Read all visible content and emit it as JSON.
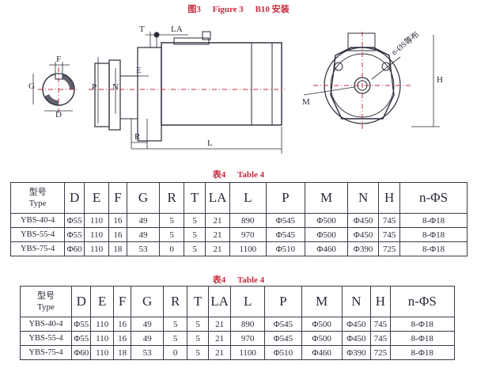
{
  "figure": {
    "caption_fig": "图3",
    "caption_en": "Figure 3",
    "caption_mount": "B10 安装",
    "labels": {
      "F": "F",
      "G": "G",
      "D": "D",
      "T": "T",
      "LA": "LA",
      "E": "E",
      "N": "N",
      "P": "P",
      "R": "R",
      "L": "L",
      "M": "M",
      "H": "H",
      "nS": "n-ØS等布"
    }
  },
  "tables": [
    {
      "caption_label": "表4",
      "caption_title": "Table 4",
      "type_header_cn": "型号",
      "type_header_en": "Type",
      "columns": [
        "D",
        "E",
        "F",
        "G",
        "R",
        "T",
        "LA",
        "L",
        "P",
        "M",
        "N",
        "H",
        "n-ΦS"
      ],
      "rows": [
        [
          "YBS-40-4",
          "Φ55",
          "110",
          "16",
          "49",
          "5",
          "5",
          "21",
          "890",
          "Φ545",
          "Φ500",
          "Φ450",
          "745",
          "8-Φ18"
        ],
        [
          "YBS-55-4",
          "Φ55",
          "110",
          "16",
          "49",
          "5",
          "5",
          "21",
          "970",
          "Φ545",
          "Φ500",
          "Φ450",
          "745",
          "8-Φ18"
        ],
        [
          "YBS-75-4",
          "Φ60",
          "110",
          "18",
          "53",
          "0",
          "5",
          "21",
          "1100",
          "Φ510",
          "Φ460",
          "Φ390",
          "725",
          "8-Φ18"
        ]
      ]
    },
    {
      "caption_label": "表4",
      "caption_title": "Table 4",
      "type_header_cn": "型号",
      "type_header_en": "Type",
      "columns": [
        "D",
        "E",
        "F",
        "G",
        "R",
        "T",
        "LA",
        "L",
        "P",
        "M",
        "N",
        "H",
        "n-ΦS"
      ],
      "rows": [
        [
          "YBS-40-4",
          "Φ55",
          "110",
          "16",
          "49",
          "5",
          "5",
          "21",
          "890",
          "Φ545",
          "Φ500",
          "Φ450",
          "745",
          "8-Φ18"
        ],
        [
          "YBS-55-4",
          "Φ55",
          "110",
          "16",
          "49",
          "5",
          "5",
          "21",
          "970",
          "Φ545",
          "Φ500",
          "Φ450",
          "745",
          "8-Φ18"
        ],
        [
          "YBS-75-4",
          "Φ60",
          "110",
          "18",
          "53",
          "0",
          "5",
          "21",
          "1100",
          "Φ510",
          "Φ460",
          "Φ390",
          "725",
          "8-Φ18"
        ]
      ]
    }
  ]
}
